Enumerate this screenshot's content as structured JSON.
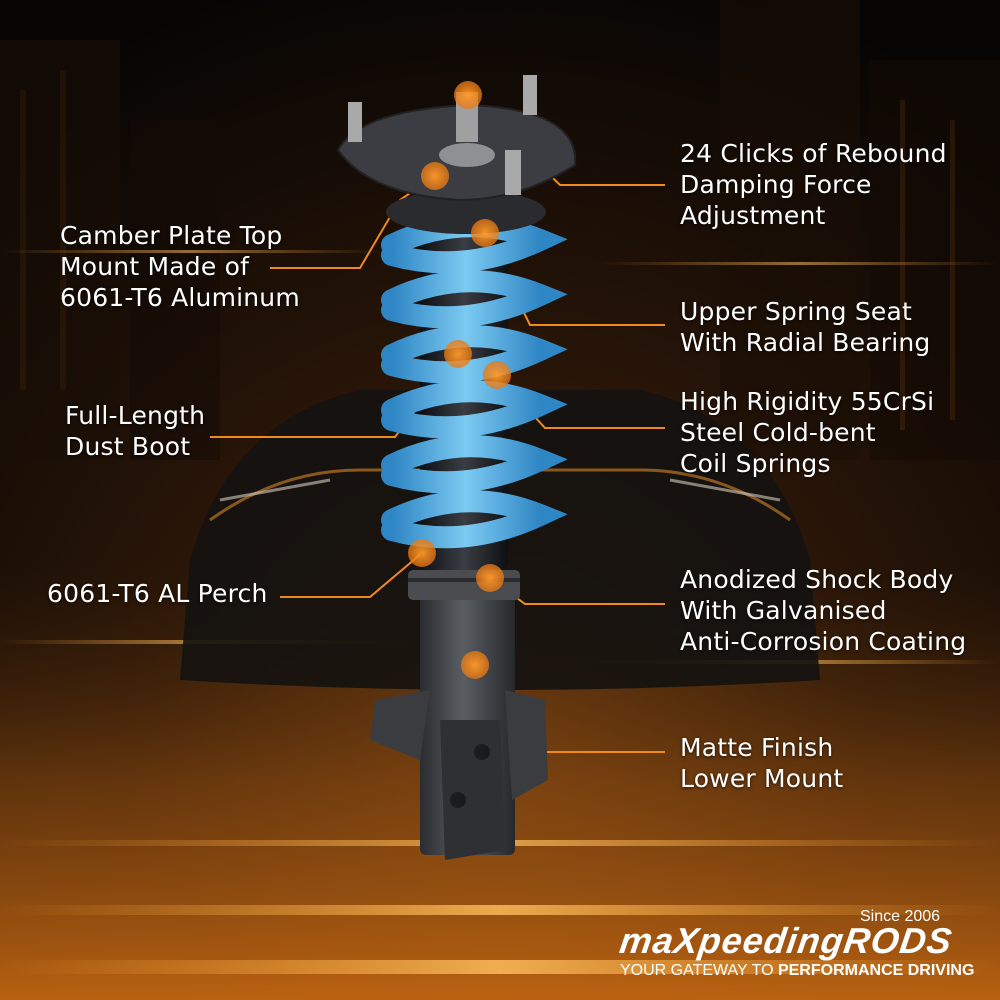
{
  "labels": {
    "rebound": [
      "24 Clicks of Rebound",
      "Damping Force",
      "Adjustment"
    ],
    "camber": [
      "Camber Plate Top",
      "Mount Made of",
      "6061-T6 Aluminum"
    ],
    "upper_seat": [
      "Upper Spring Seat",
      "With Radial Bearing"
    ],
    "rigidity": [
      "High Rigidity 55CrSi",
      "Steel Cold-bent",
      "Coil Springs"
    ],
    "dust_boot": [
      "Full-Length",
      "Dust Boot"
    ],
    "perch": [
      "6061-T6 AL Perch"
    ],
    "shock_body": [
      "Anodized Shock Body",
      "With Galvanised",
      "Anti-Corrosion Coating"
    ],
    "lower_mount": [
      "Matte Finish",
      "Lower Mount"
    ]
  },
  "brand": {
    "since": "Since 2006",
    "logo": "maXpeedingRODS",
    "tagline_prefix": "YOUR GATEWAY TO ",
    "tagline_bold": "PERFORMANCE DRIVING"
  },
  "colors": {
    "accent": "#f08a1c",
    "spring": "#5ab7e8",
    "background": "#0b0805"
  }
}
